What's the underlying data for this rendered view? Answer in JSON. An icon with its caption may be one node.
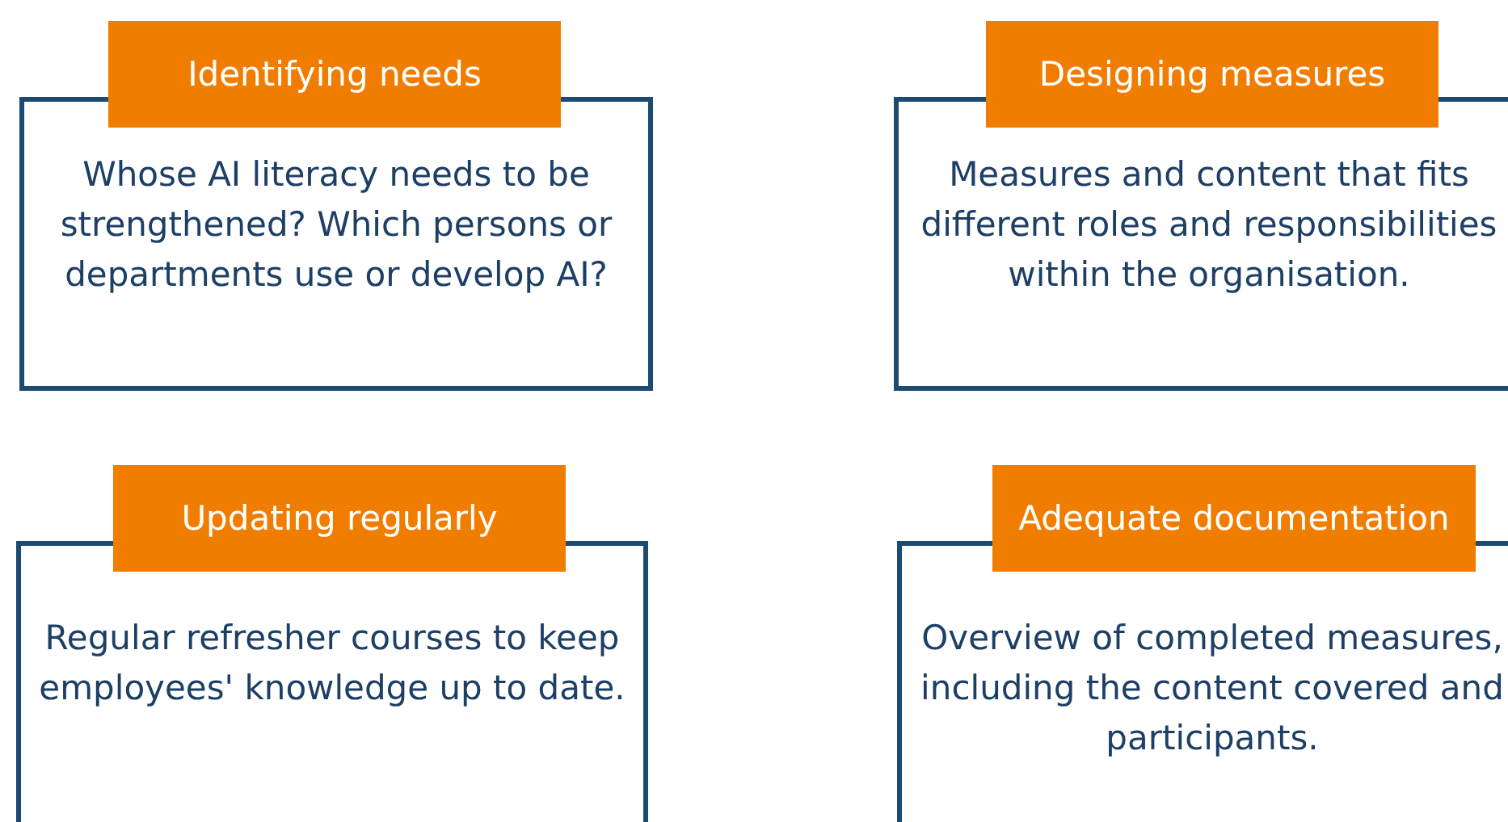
{
  "diagram": {
    "nodes": [
      {
        "text": [
          "Identifying needs",
          "Whose AI literacy needs to be strengthened? Which persons or departments use or develop AI?"
        ]
      },
      {
        "text": [
          "Designing measures",
          "Measures and content that fits different roles and responsibilities within the organisation."
        ]
      },
      {
        "text": [
          "Updating regularly",
          "Regular refresher courses to keep employees' knowledge up to date."
        ]
      },
      {
        "text": [
          "Adequate documentation",
          "Overview of completed measures, including the content covered and participants."
        ]
      }
    ],
    "edges": []
  }
}
